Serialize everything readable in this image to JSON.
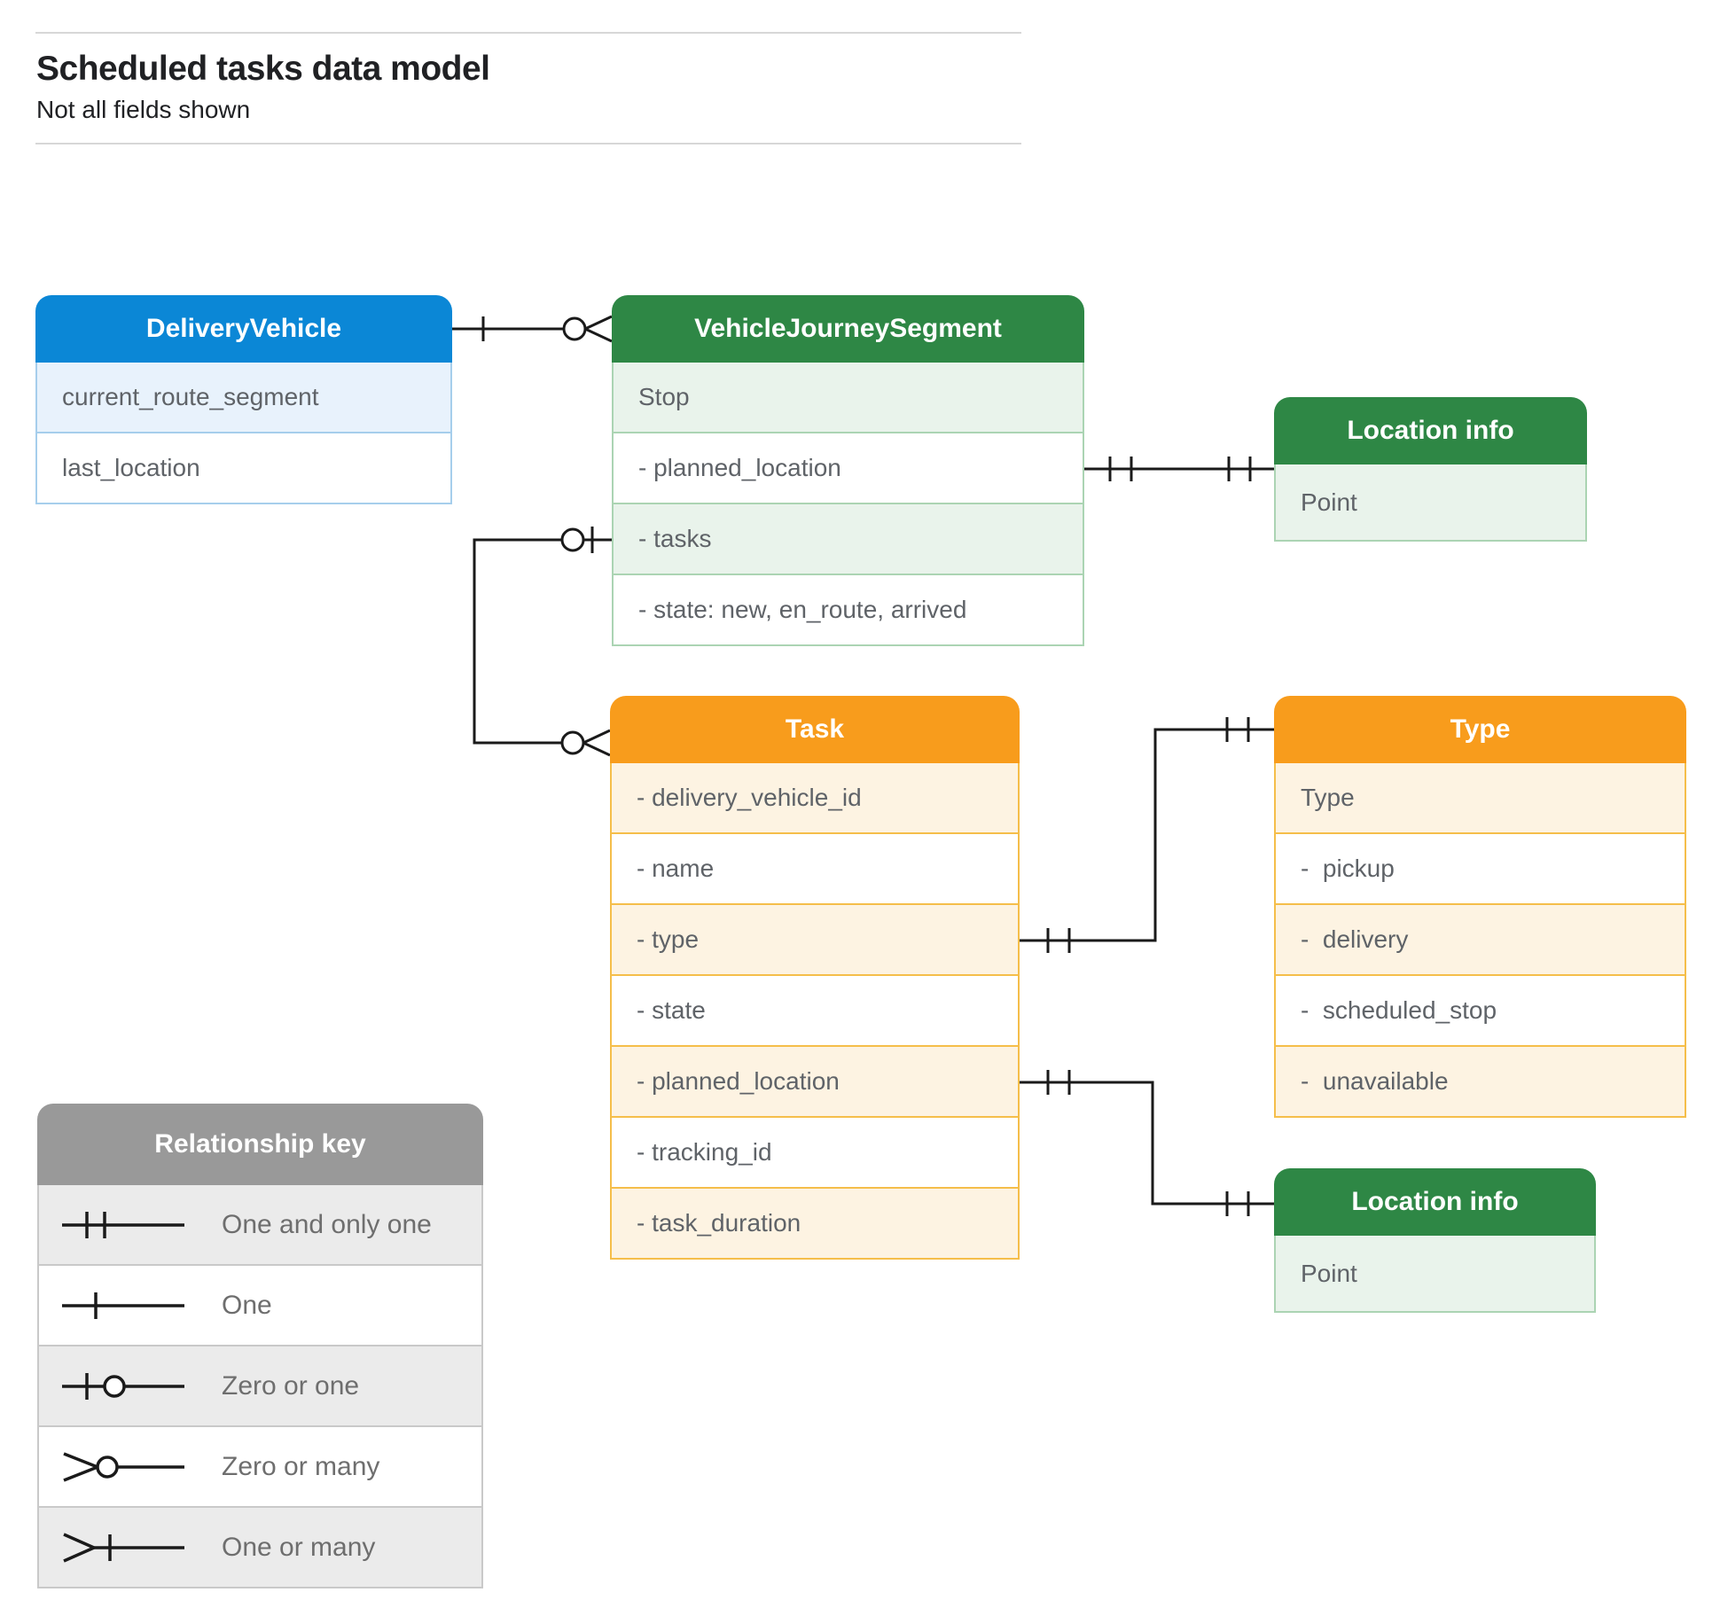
{
  "page": {
    "title": "Scheduled tasks data model",
    "subtitle": "Not all fields shown"
  },
  "colors": {
    "blue_header": "#0B87D6",
    "blue_tint": "#E8F2FC",
    "blue_border": "#A6CEEC",
    "green_header": "#2E8745",
    "green_tint": "#E9F3EB",
    "green_border": "#ABD4B3",
    "orange_header": "#F89C1C",
    "orange_tint": "#FDF3E2",
    "orange_border": "#F5BE4A",
    "gray_header": "#999999",
    "gray_tint": "#EBEBEB",
    "gray_border": "#C9C9C9",
    "row_text": "#5F6368",
    "header_text": "#FFFFFF",
    "connector": "#1A1A1A",
    "title_text": "#202124",
    "legend_text": "#6E6E6E",
    "divider": "#D7D7D7"
  },
  "entities": {
    "delivery_vehicle": {
      "title": "DeliveryVehicle",
      "fields": [
        "current_route_segment",
        "last_location"
      ]
    },
    "vehicle_journey_segment": {
      "title": "VehicleJourneySegment",
      "fields": [
        "Stop",
        "- planned_location",
        "- tasks",
        "- state: new, en_route, arrived"
      ]
    },
    "location_info_top": {
      "title": "Location info",
      "fields": [
        "Point"
      ]
    },
    "task": {
      "title": "Task",
      "fields": [
        "- delivery_vehicle_id",
        "- name",
        "- type",
        "- state",
        "- planned_location",
        "- tracking_id",
        "- task_duration"
      ]
    },
    "task_type": {
      "title": "Type",
      "fields": [
        "Type",
        "-  pickup",
        "-  delivery",
        "-  scheduled_stop",
        "-  unavailable"
      ]
    },
    "location_info_bottom": {
      "title": "Location info",
      "fields": [
        "Point"
      ]
    }
  },
  "legend": {
    "title": "Relationship key",
    "items": [
      {
        "icon": "one-and-only-one",
        "label": "One and only one"
      },
      {
        "icon": "one",
        "label": "One"
      },
      {
        "icon": "zero-or-one",
        "label": "Zero or one"
      },
      {
        "icon": "zero-or-many",
        "label": "Zero or many"
      },
      {
        "icon": "one-or-many",
        "label": "One or many"
      }
    ]
  }
}
